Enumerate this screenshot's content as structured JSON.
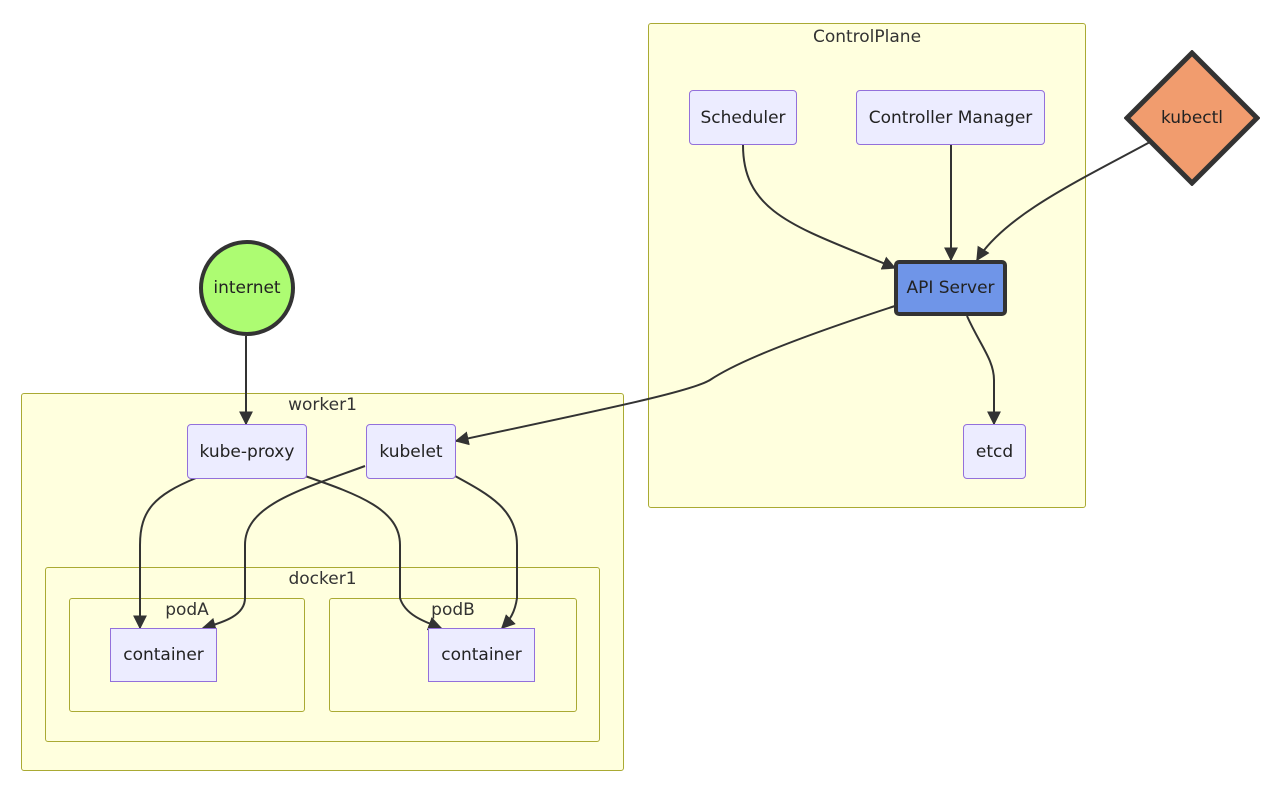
{
  "clusters": {
    "control_plane": "ControlPlane",
    "worker1": "worker1",
    "docker1": "docker1",
    "pod_a": "podA",
    "pod_b": "podB"
  },
  "nodes": {
    "scheduler": "Scheduler",
    "controller_manager": "Controller Manager",
    "kubectl": "kubectl",
    "api_server": "API Server",
    "etcd": "etcd",
    "internet": "internet",
    "kube_proxy": "kube-proxy",
    "kubelet": "kubelet",
    "container_a": "container",
    "container_b": "container"
  },
  "colors": {
    "cluster_fill": "#ffffde",
    "cluster_border": "#aaaa33",
    "node_fill": "#ececff",
    "node_border": "#9370db",
    "api_server_fill": "#6f95e8",
    "internet_fill": "#adfc72",
    "kubectl_fill": "#f19c6e",
    "edge": "#333333"
  },
  "edges": [
    {
      "from": "Scheduler",
      "to": "API Server"
    },
    {
      "from": "Controller Manager",
      "to": "API Server"
    },
    {
      "from": "kubectl",
      "to": "API Server"
    },
    {
      "from": "API Server",
      "to": "etcd"
    },
    {
      "from": "API Server",
      "to": "kubelet"
    },
    {
      "from": "internet",
      "to": "kube-proxy"
    },
    {
      "from": "kube-proxy",
      "to": "container"
    },
    {
      "from": "kube-proxy",
      "to": "container"
    },
    {
      "from": "kubelet",
      "to": "container"
    },
    {
      "from": "kubelet",
      "to": "container"
    }
  ]
}
